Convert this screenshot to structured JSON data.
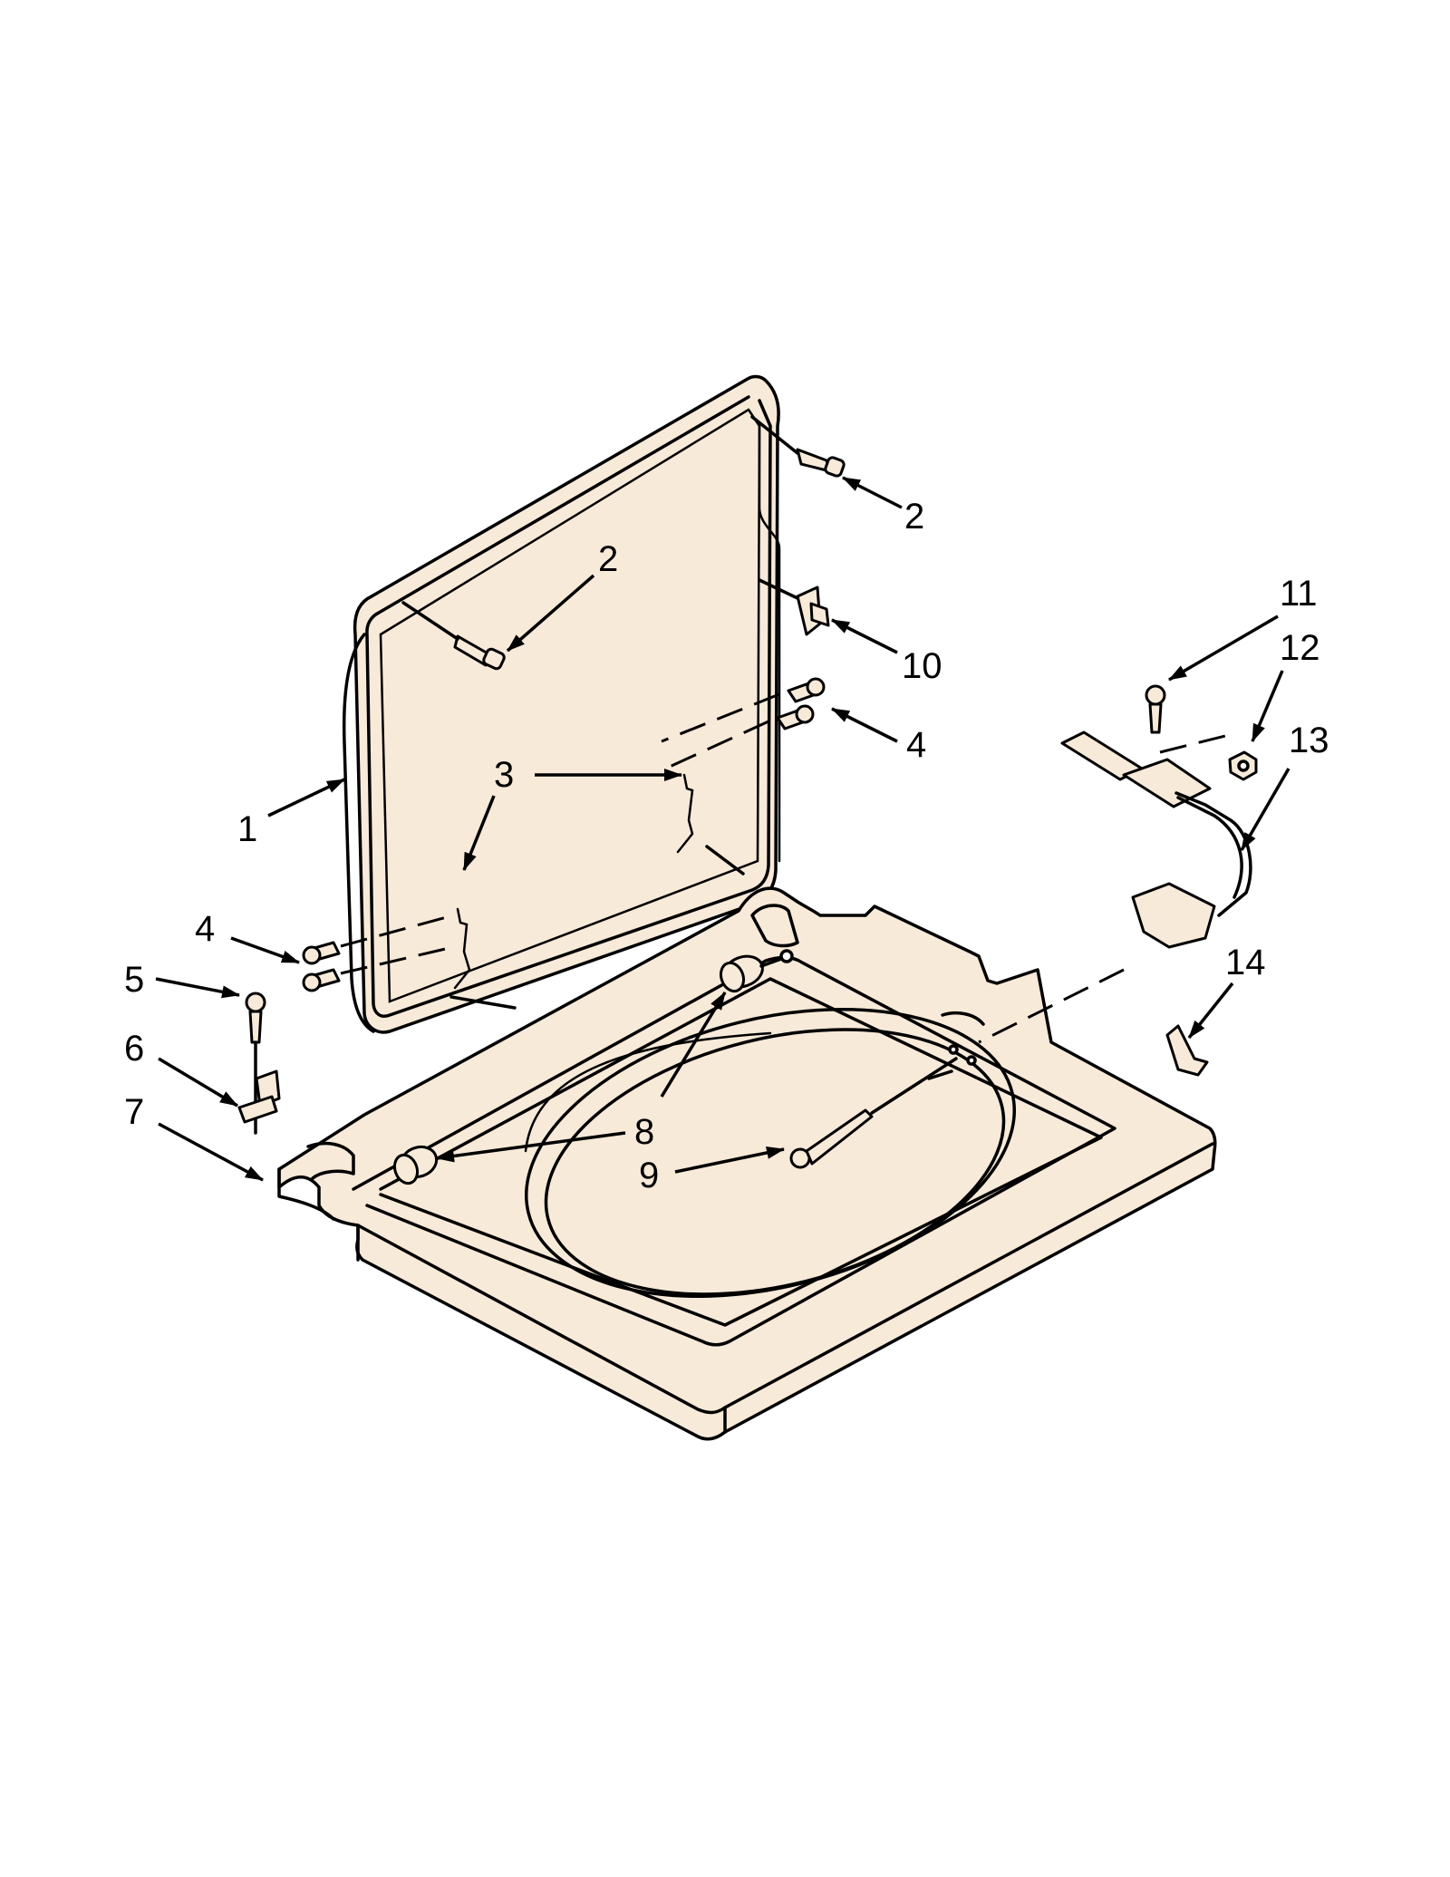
{
  "callouts": [
    {
      "id": "c1",
      "label": "1"
    },
    {
      "id": "c2a",
      "label": "2"
    },
    {
      "id": "c2b",
      "label": "2"
    },
    {
      "id": "c3",
      "label": "3"
    },
    {
      "id": "c4a",
      "label": "4"
    },
    {
      "id": "c4b",
      "label": "4"
    },
    {
      "id": "c5",
      "label": "5"
    },
    {
      "id": "c6",
      "label": "6"
    },
    {
      "id": "c7",
      "label": "7"
    },
    {
      "id": "c8",
      "label": "8"
    },
    {
      "id": "c9",
      "label": "9"
    },
    {
      "id": "c10",
      "label": "10"
    },
    {
      "id": "c11",
      "label": "11"
    },
    {
      "id": "c12",
      "label": "12"
    },
    {
      "id": "c13",
      "label": "13"
    },
    {
      "id": "c14",
      "label": "14"
    }
  ]
}
